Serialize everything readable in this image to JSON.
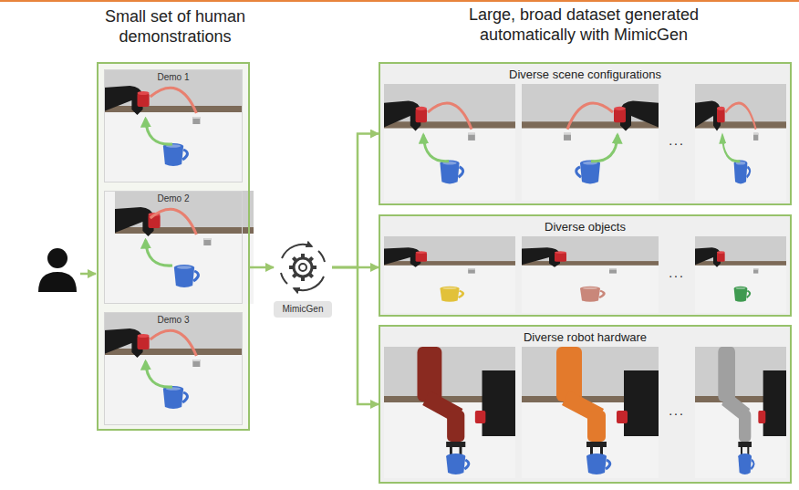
{
  "diagram": {
    "nodes": [
      {
        "text": [
          "Small set of human demonstrations"
        ]
      },
      {
        "text": [
          "Demo 1"
        ],
        "in": 0
      },
      {
        "text": [
          "Demo 2"
        ],
        "in": 0
      },
      {
        "text": [
          "Demo 3"
        ],
        "in": 0
      },
      {
        "text": [
          "MimicGen"
        ]
      },
      {
        "text": [
          "Diverse scene configurations"
        ]
      },
      {
        "text": [
          "Diverse objects"
        ]
      },
      {
        "text": [
          "Diverse robot hardware"
        ]
      }
    ],
    "edges": [
      {
        "from": 0,
        "to": 4,
        "arrow": "to"
      },
      {
        "from": 4,
        "to": 5,
        "arrow": "to"
      },
      {
        "from": 4,
        "to": 6,
        "arrow": "to"
      },
      {
        "from": 4,
        "to": 7,
        "arrow": "to"
      }
    ],
    "labels": [
      "Large, broad dataset generated automatically with MimicGen",
      "...",
      "...",
      "..."
    ]
  }
}
